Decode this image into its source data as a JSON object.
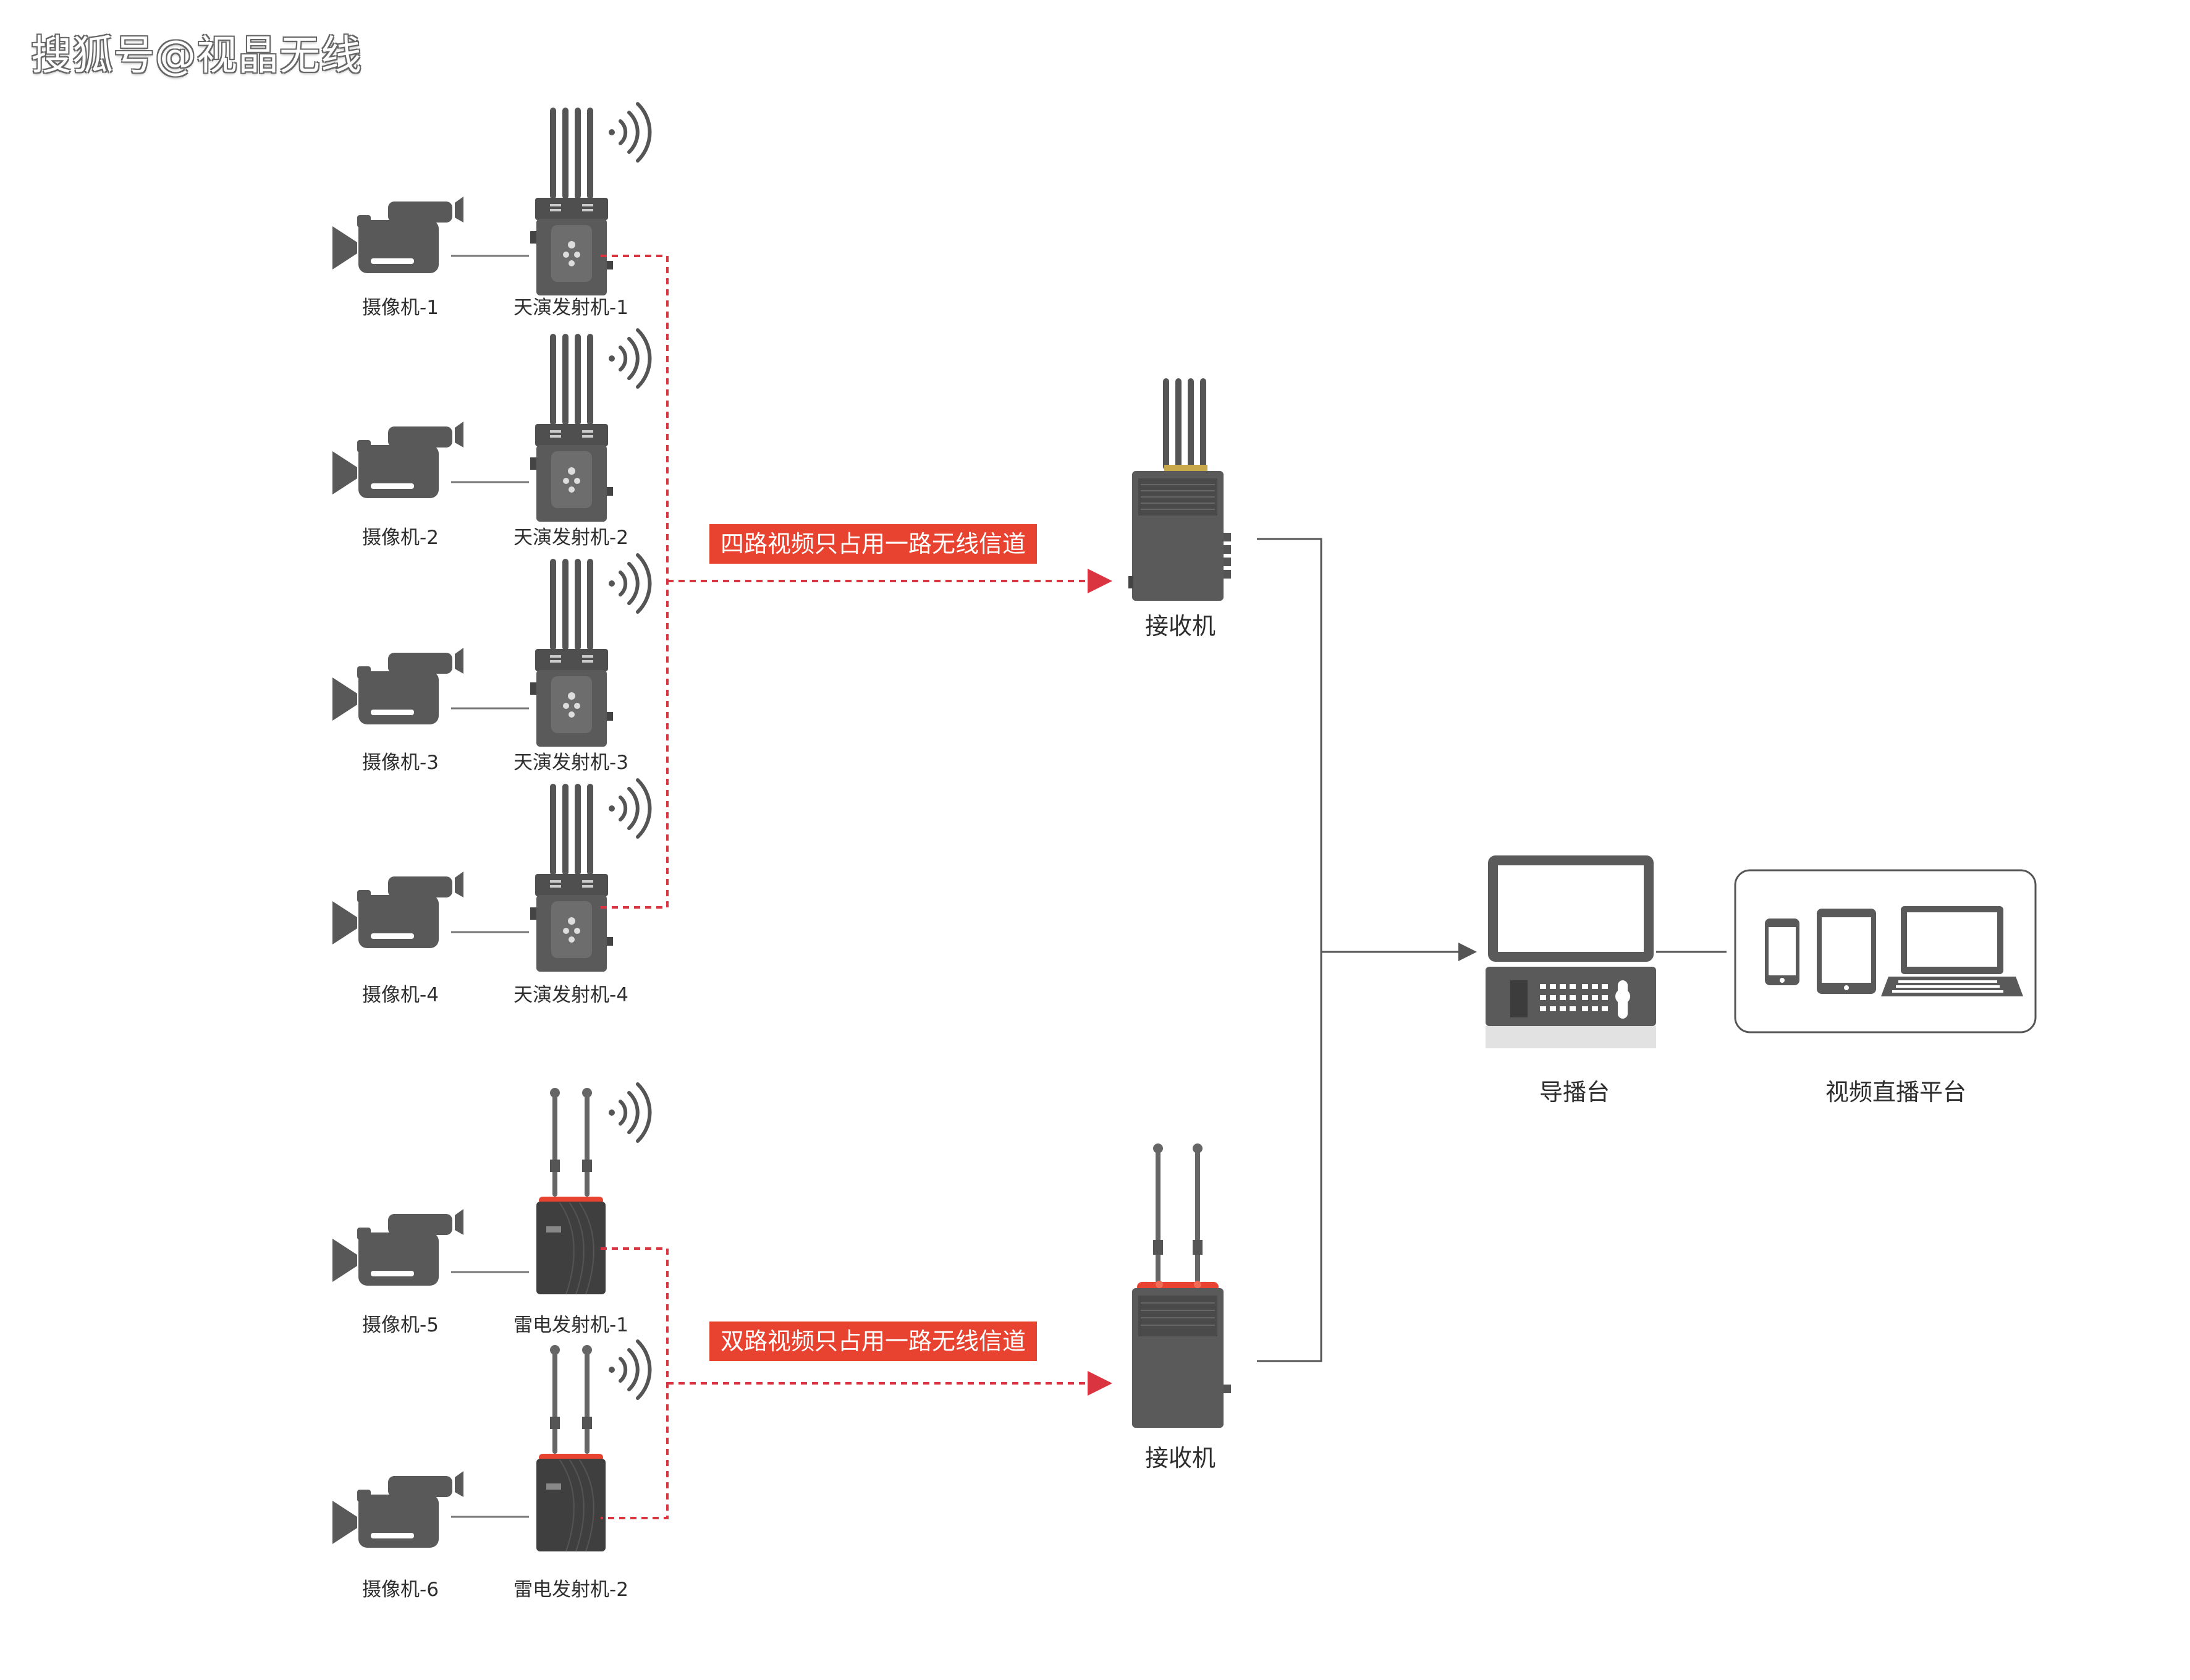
{
  "watermark": "搜狐号@视晶无线",
  "cameras": [
    {
      "label": "摄像机-1"
    },
    {
      "label": "摄像机-2"
    },
    {
      "label": "摄像机-3"
    },
    {
      "label": "摄像机-4"
    },
    {
      "label": "摄像机-5"
    },
    {
      "label": "摄像机-6"
    }
  ],
  "transmitters": [
    {
      "label": "天演发射机-1",
      "model": "tianyan"
    },
    {
      "label": "天演发射机-2",
      "model": "tianyan"
    },
    {
      "label": "天演发射机-3",
      "model": "tianyan"
    },
    {
      "label": "天演发射机-4",
      "model": "tianyan"
    },
    {
      "label": "雷电发射机-1",
      "model": "leidian"
    },
    {
      "label": "雷电发射机-2",
      "model": "leidian"
    }
  ],
  "banners": {
    "four_channel": "四路视频只占用一路无线信道",
    "dual_channel": "双路视频只占用一路无线信道"
  },
  "receivers": [
    {
      "label": "接收机"
    },
    {
      "label": "接收机"
    }
  ],
  "switcher": {
    "label": "导播台"
  },
  "platform": {
    "label": "视频直播平台"
  },
  "colors": {
    "device_gray": "#595959",
    "device_dark": "#3c3c3c",
    "accent_red": "#e84330",
    "dashed_link": "#d9343f",
    "line_gray": "#555555"
  }
}
